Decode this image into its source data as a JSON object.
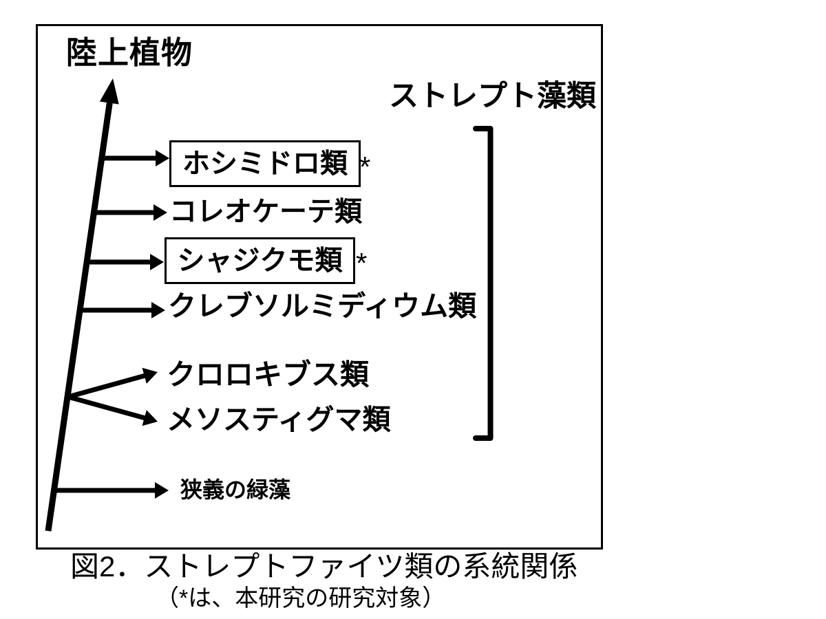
{
  "figure": {
    "top_label": "陸上植物",
    "group_label": "ストレプト藻類",
    "taxa": [
      {
        "label": "ホシミドロ類",
        "boxed": true,
        "marker": "*"
      },
      {
        "label": "コレオケーテ類",
        "boxed": false,
        "marker": ""
      },
      {
        "label": "シャジクモ類",
        "boxed": true,
        "marker": "*"
      },
      {
        "label": "クレブソルミディウム類",
        "boxed": false,
        "marker": ""
      },
      {
        "label": "クロロキブス類",
        "boxed": false,
        "marker": ""
      },
      {
        "label": "メソスティグマ類",
        "boxed": false,
        "marker": ""
      },
      {
        "label": "狭義の緑藻",
        "boxed": false,
        "marker": ""
      }
    ],
    "caption": {
      "line1": "図2．ストレプトファイツ類の系統関係",
      "line2": "（*は、本研究の研究対象）"
    },
    "colors": {
      "ink": "#000000",
      "background": "#ffffff"
    }
  }
}
